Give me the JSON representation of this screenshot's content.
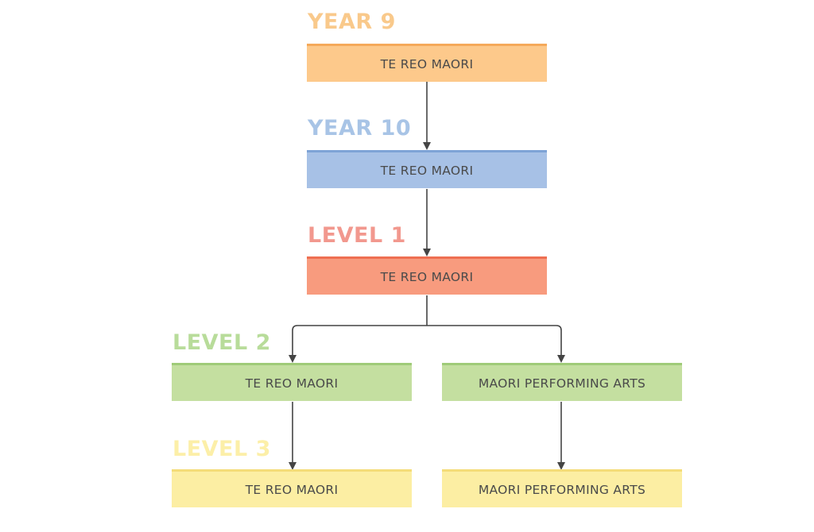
{
  "colors": {
    "year9_label": "#F9C98B",
    "year9_box": "#FDC98B",
    "year9_border": "#F5A95A",
    "year10_label": "#A8C4E6",
    "year10_box": "#A7C1E6",
    "year10_border": "#7EA3D6",
    "level1_label": "#F2988E",
    "level1_box": "#F89B7E",
    "level1_border": "#EE6F52",
    "level2_label": "#B8DC9A",
    "level2_box": "#C4DFA0",
    "level2_border": "#9FCB78",
    "level3_label": "#FCEFA8",
    "level3_box": "#FCEEA3",
    "level3_border": "#F4DC78",
    "connector": "#444444"
  },
  "stages": {
    "year9": {
      "label": "YEAR 9",
      "courses": [
        "TE REO MAORI"
      ]
    },
    "year10": {
      "label": "YEAR 10",
      "courses": [
        "TE REO MAORI"
      ]
    },
    "level1": {
      "label": "LEVEL 1",
      "courses": [
        "TE REO MAORI"
      ]
    },
    "level2": {
      "label": "LEVEL 2",
      "courses": [
        "TE REO MAORI",
        "MAORI PERFORMING ARTS"
      ]
    },
    "level3": {
      "label": "LEVEL 3",
      "courses": [
        "TE REO MAORI",
        "MAORI PERFORMING ARTS"
      ]
    }
  }
}
